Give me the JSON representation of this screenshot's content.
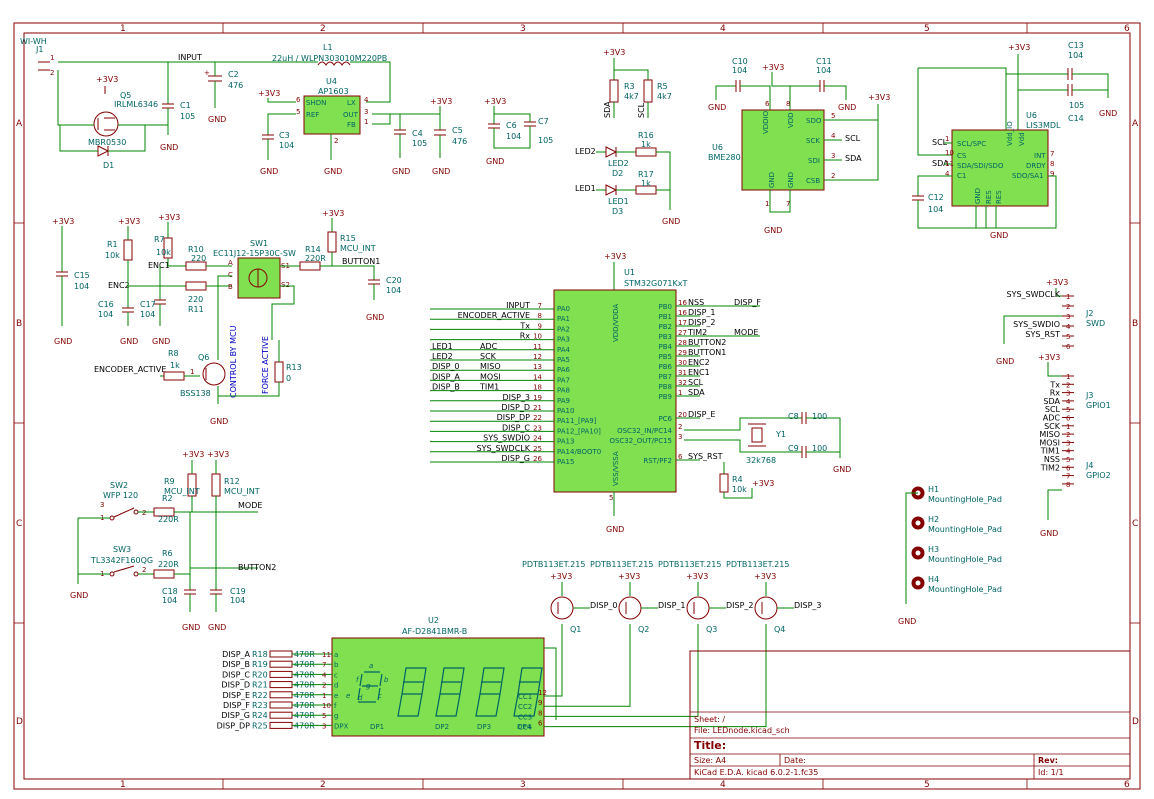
{
  "zones": {
    "cols": [
      "1",
      "2",
      "3",
      "4",
      "5",
      "6"
    ],
    "rows": [
      "A",
      "B",
      "C",
      "D"
    ]
  },
  "net_labels": {
    "input": "INPUT",
    "enc1": "ENC1",
    "enc2": "ENC2",
    "button1": "BUTTON1",
    "encoder_active": "ENCODER_ACTIVE",
    "mode": "MODE",
    "button2": "BUTTON2",
    "scl": "SCL",
    "sda": "SDA",
    "led2": "LED2",
    "led1": "LED1",
    "scl2": "SCL",
    "sda2": "SDA"
  },
  "power": {
    "v33": "+3V3",
    "gnd": "GND"
  },
  "components": {
    "j1": {
      "ref": "J1",
      "val": "WI-WH"
    },
    "q5": {
      "ref": "Q5",
      "val": "IRLML6346"
    },
    "d1": {
      "ref": "D1",
      "val": "MBR0530"
    },
    "c1": {
      "ref": "C1",
      "val": "105"
    },
    "c2": {
      "ref": "C2",
      "val": "476"
    },
    "l1": {
      "ref": "L1",
      "val": "22uH / WLPN303010M220PB"
    },
    "u4": {
      "ref": "U4",
      "val": "AP1603",
      "pins": [
        "SHDN",
        "REF",
        "LX",
        "OUT",
        "FB"
      ]
    },
    "c3": {
      "ref": "C3",
      "val": "104"
    },
    "c4": {
      "ref": "C4",
      "val": "105"
    },
    "c5": {
      "ref": "C5",
      "val": "476"
    },
    "c6": {
      "ref": "C6",
      "val": "104"
    },
    "c7": {
      "ref": "C7",
      "val": "105"
    },
    "r3": {
      "ref": "R3",
      "val": "4k7"
    },
    "r5": {
      "ref": "R5",
      "val": "4k7"
    },
    "r16": {
      "ref": "R16",
      "val": "1k"
    },
    "r17": {
      "ref": "R17",
      "val": "1k"
    },
    "d2": {
      "ref": "D2",
      "val": "LED2"
    },
    "d3": {
      "ref": "D3",
      "val": "LED1"
    },
    "c10": {
      "ref": "C10",
      "val": "104"
    },
    "c11": {
      "ref": "C11",
      "val": "104"
    },
    "u6": {
      "ref": "U6",
      "val": "BME280",
      "pins": [
        "VDDIO",
        "VDD",
        "SDO",
        "SCK",
        "SDI",
        "CSB",
        "GND",
        "GND"
      ]
    },
    "c13": {
      "ref": "C13",
      "val": "104"
    },
    "c14": {
      "ref": "C14",
      "val": "105"
    },
    "u5": {
      "ref": "U6",
      "val": "LIS3MDL",
      "pins": [
        "SCL/SPC",
        "CS",
        "SDA/SDI/SDO",
        "C1",
        "Vdd_IO",
        "Vdd",
        "INT",
        "DRDY",
        "SDO/SA1",
        "GND",
        "RES",
        "RES"
      ]
    },
    "c12": {
      "ref": "C12",
      "val": "104"
    },
    "c15": {
      "ref": "C15",
      "val": "104"
    },
    "r1": {
      "ref": "R1",
      "val": "10k"
    },
    "r7": {
      "ref": "R7",
      "val": "10k"
    },
    "r10": {
      "ref": "R10",
      "val": "220"
    },
    "r11": {
      "ref": "R11",
      "val": "220"
    },
    "sw1": {
      "ref": "SW1",
      "val": "EC11J12-15P30C-SW"
    },
    "r14": {
      "ref": "R14",
      "val": "220R"
    },
    "r15": {
      "ref": "R15",
      "val": "MCU_INT"
    },
    "c20": {
      "ref": "C20",
      "val": "104"
    },
    "c16": {
      "ref": "C16",
      "val": "104"
    },
    "c17": {
      "ref": "C17",
      "val": "104"
    },
    "r8": {
      "ref": "R8",
      "val": "1k"
    },
    "q6": {
      "ref": "Q6",
      "val": "BSS138"
    },
    "r13": {
      "ref": "R13",
      "val": "0"
    },
    "u1": {
      "ref": "U1",
      "val": "STM32G071KxT"
    },
    "c8": {
      "ref": "C8",
      "val": "100"
    },
    "c9": {
      "ref": "C9",
      "val": "100"
    },
    "y1": {
      "ref": "Y1",
      "val": "32k768"
    },
    "r4": {
      "ref": "R4",
      "val": "10k"
    },
    "sw2": {
      "ref": "SW2",
      "val": "WFP 120"
    },
    "r9": {
      "ref": "R9",
      "val": "MCU_INT"
    },
    "r12": {
      "ref": "R12",
      "val": "MCU_INT"
    },
    "r2": {
      "ref": "R2",
      "val": "220R"
    },
    "sw3": {
      "ref": "SW3",
      "val": "TL3342F160QG"
    },
    "r6": {
      "ref": "R6",
      "val": "220R"
    },
    "c18": {
      "ref": "C18",
      "val": "104"
    },
    "c19": {
      "ref": "C19",
      "val": "104"
    },
    "j2": {
      "ref": "J2",
      "val": "SWD"
    },
    "j3": {
      "ref": "J3",
      "val": "GPIO1"
    },
    "j4": {
      "ref": "J4",
      "val": "GPIO2"
    },
    "u2": {
      "ref": "U2",
      "val": "AF-D2841BMR-B"
    },
    "q1": {
      "ref": "Q1",
      "val": "PDTB113ET.215"
    },
    "q2": {
      "ref": "Q2",
      "val": "PDTB113ET.215"
    },
    "q3": {
      "ref": "Q3",
      "val": "PDTB113ET.215"
    },
    "q4": {
      "ref": "Q4",
      "val": "PDTB113ET.215"
    }
  },
  "annotations": {
    "control": "CONTROL BY MCU",
    "force": "FORCE ACTIVE"
  },
  "u1_left": [
    {
      "net": "INPUT",
      "pin": "7",
      "name": "PA0"
    },
    {
      "net": "ENCODER_ACTIVE",
      "pin": "8",
      "name": "PA1"
    },
    {
      "net": "Tx",
      "pin": "9",
      "name": "PA2"
    },
    {
      "net": "Rx",
      "pin": "10",
      "name": "PA3"
    },
    {
      "net": "LED1",
      "pin": "11",
      "name": "PA4",
      "mid": "ADC"
    },
    {
      "net": "LED2",
      "pin": "12",
      "name": "PA5",
      "mid": "SCK"
    },
    {
      "net": "DISP_0",
      "pin": "13",
      "name": "PA6",
      "mid": "MISO"
    },
    {
      "net": "DISP_A",
      "pin": "14",
      "name": "PA7",
      "mid": "MOSI"
    },
    {
      "net": "DISP_B",
      "pin": "18",
      "name": "PA8",
      "mid": "TIM1"
    },
    {
      "net": "DISP_3",
      "pin": "19",
      "name": "PA9"
    },
    {
      "net": "DISP_D",
      "pin": "21",
      "name": "PA10"
    },
    {
      "net": "DISP_DP",
      "pin": "22",
      "name": "PA11_[PA9]"
    },
    {
      "net": "DISP_C",
      "pin": "23",
      "name": "PA12_[PA10]"
    },
    {
      "net": "SYS_SWDIO",
      "pin": "24",
      "name": "PA13"
    },
    {
      "net": "SYS_SWDCLK",
      "pin": "25",
      "name": "PA14/BOOT0"
    },
    {
      "net": "DISP_G",
      "pin": "26",
      "name": "PA15"
    }
  ],
  "u1_right": [
    {
      "pin": "16",
      "name": "PB0",
      "net": "NSS",
      "extra": "DISP_F"
    },
    {
      "pin": "16",
      "name": "PB1",
      "net": "DISP_1"
    },
    {
      "pin": "17",
      "name": "PB2",
      "net": "DISP_2"
    },
    {
      "pin": "27",
      "name": "PB3",
      "net": "TIM2",
      "extra": "MODE"
    },
    {
      "pin": "28",
      "name": "PB4",
      "net": "BUTTON2"
    },
    {
      "pin": "29",
      "name": "PB5",
      "net": "BUTTON1"
    },
    {
      "pin": "30",
      "name": "PB6",
      "net": "ENC2"
    },
    {
      "pin": "31",
      "name": "PB7",
      "net": "ENC1"
    },
    {
      "pin": "32",
      "name": "PB8",
      "net": "SCL"
    },
    {
      "pin": "1",
      "name": "PB9",
      "net": "SDA"
    },
    {
      "pin": "20",
      "name": "PC6",
      "net": "DISP_E"
    },
    {
      "pin": "2",
      "name": "OSC32_IN/PC14",
      "net": ""
    },
    {
      "pin": "3",
      "name": "OSC32_OUT/PC15",
      "net": ""
    },
    {
      "pin": "6",
      "name": "RST/PF2",
      "net": "SYS_RST"
    }
  ],
  "u1_top": "VDD/VDDA",
  "u1_bottom": "VSS/VSSA",
  "j2_rows": [
    {
      "net": "SYS_SWDCLK",
      "pin": "1"
    },
    {
      "net": "",
      "pin": "2"
    },
    {
      "net": "",
      "pin": "3"
    },
    {
      "net": "SYS_SWDIO",
      "pin": "4"
    },
    {
      "net": "SYS_RST",
      "pin": "5"
    },
    {
      "net": "",
      "pin": "6"
    }
  ],
  "j3_rows": [
    {
      "net": "",
      "pin": "1"
    },
    {
      "net": "Tx",
      "pin": "2"
    },
    {
      "net": "Rx",
      "pin": "3"
    },
    {
      "net": "SDA",
      "pin": "4"
    },
    {
      "net": "SCL",
      "pin": "5"
    },
    {
      "net": "ADC",
      "pin": "6"
    },
    {
      "net": "SCK",
      "pin": "1"
    },
    {
      "net": "MISO",
      "pin": "2"
    },
    {
      "net": "MOSI",
      "pin": "3"
    },
    {
      "net": "TIM1",
      "pin": "4"
    },
    {
      "net": "NSS",
      "pin": "5"
    },
    {
      "net": "TIM2",
      "pin": "6"
    },
    {
      "net": "",
      "pin": "7"
    },
    {
      "net": "",
      "pin": "8"
    }
  ],
  "holes": [
    {
      "ref": "H1",
      "val": "MountingHole_Pad"
    },
    {
      "ref": "H2",
      "val": "MountingHole_Pad"
    },
    {
      "ref": "H3",
      "val": "MountingHole_Pad"
    },
    {
      "ref": "H4",
      "val": "MountingHole_Pad"
    }
  ],
  "disp_rows": [
    {
      "net": "DISP_A",
      "r": "R18",
      "v": "470R",
      "pin": "11",
      "seg": "a"
    },
    {
      "net": "DISP_B",
      "r": "R19",
      "v": "470R",
      "pin": "7",
      "seg": "b"
    },
    {
      "net": "DISP_C",
      "r": "R20",
      "v": "470R",
      "pin": "4",
      "seg": "c"
    },
    {
      "net": "DISP_D",
      "r": "R21",
      "v": "470R",
      "pin": "2",
      "seg": "d"
    },
    {
      "net": "DISP_E",
      "r": "R22",
      "v": "470R",
      "pin": "1",
      "seg": "e"
    },
    {
      "net": "DISP_F",
      "r": "R23",
      "v": "470R",
      "pin": "10",
      "seg": "f"
    },
    {
      "net": "DISP_G",
      "r": "R24",
      "v": "470R",
      "pin": "5",
      "seg": "g"
    },
    {
      "net": "DISP_DP",
      "r": "R25",
      "v": "470R",
      "pin": "3",
      "seg": "DPX"
    }
  ],
  "disp_cc": [
    {
      "name": "CC1",
      "pin": "12"
    },
    {
      "name": "CC2",
      "pin": "9"
    },
    {
      "name": "CC3",
      "pin": "8"
    },
    {
      "name": "CC4",
      "pin": "6"
    }
  ],
  "digits": [
    "DP1",
    "DP2",
    "DP3",
    "DP4"
  ],
  "transistor_nets": [
    "DISP_0",
    "DISP_1",
    "DISP_2",
    "DISP_3"
  ],
  "title_block": {
    "sheet": "Sheet: /",
    "file": "File: LEDnode.kicad_sch",
    "title": "Title:",
    "size": "Size: A4",
    "date": "Date:",
    "rev": "Rev:",
    "tool": "KiCad E.D.A.  kicad 6.0.2-1.fc35",
    "id": "Id: 1/1"
  }
}
